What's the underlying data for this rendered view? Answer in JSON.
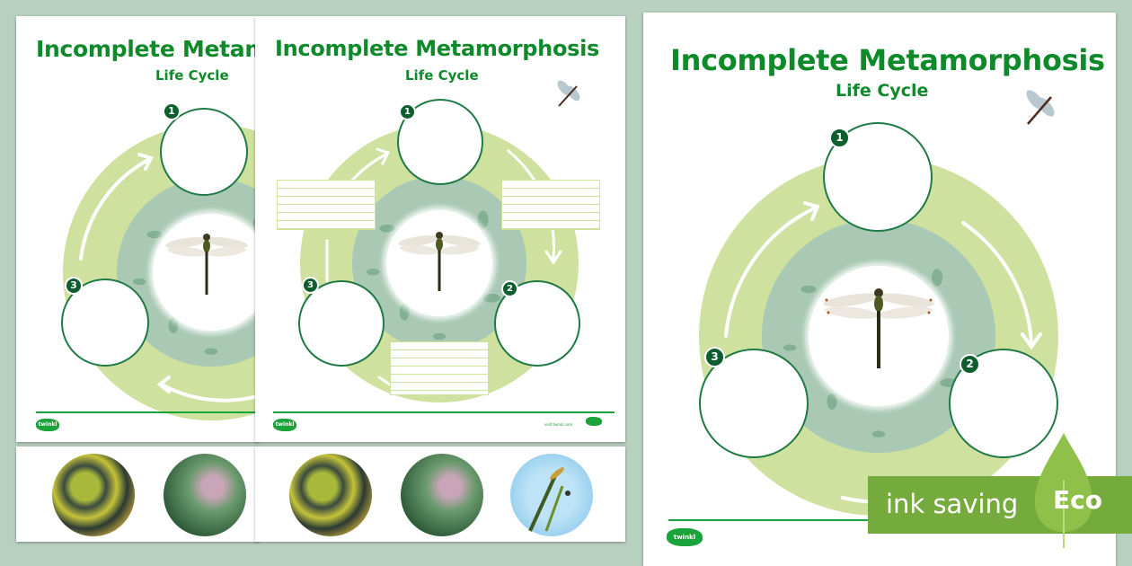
{
  "background_color": "#b8d0bf",
  "worksheet": {
    "title": "Incomplete Metamorphosis",
    "subtitle": "Life Cycle",
    "stage_numbers": [
      "1",
      "2",
      "3"
    ],
    "brand": "twinkl",
    "footer_url": "visit twinkl.com"
  },
  "pages": [
    {
      "id": "page-left",
      "title_visible": "Incomplete Metam",
      "subtitle": "Life Cycle",
      "stages": [
        "1",
        "3"
      ]
    },
    {
      "id": "page-middle",
      "title": "Incomplete Metamorphosis",
      "subtitle": "Life Cycle",
      "stages": [
        "1",
        "2",
        "3"
      ],
      "writing_boxes": 3
    },
    {
      "id": "page-right",
      "title": "Incomplete Metamorphosis",
      "subtitle": "Life Cycle",
      "stages": [
        "1",
        "2",
        "3"
      ]
    }
  ],
  "cutout_strip": {
    "images": [
      "nymph-on-leaves",
      "nymph-on-stem",
      "nymph-on-leaves",
      "nymph-on-stem",
      "adult-dragonfly-sky"
    ]
  },
  "badge": {
    "text": "ink saving",
    "label": "Eco"
  },
  "colors": {
    "title_green": "#0e8a2a",
    "ring_green": "#cfe19f",
    "leaf_ring": "#a9c9b4",
    "stage_border": "#1f7a45",
    "badge_green": "#75ab3d",
    "leaf_green": "#8fc04a"
  }
}
